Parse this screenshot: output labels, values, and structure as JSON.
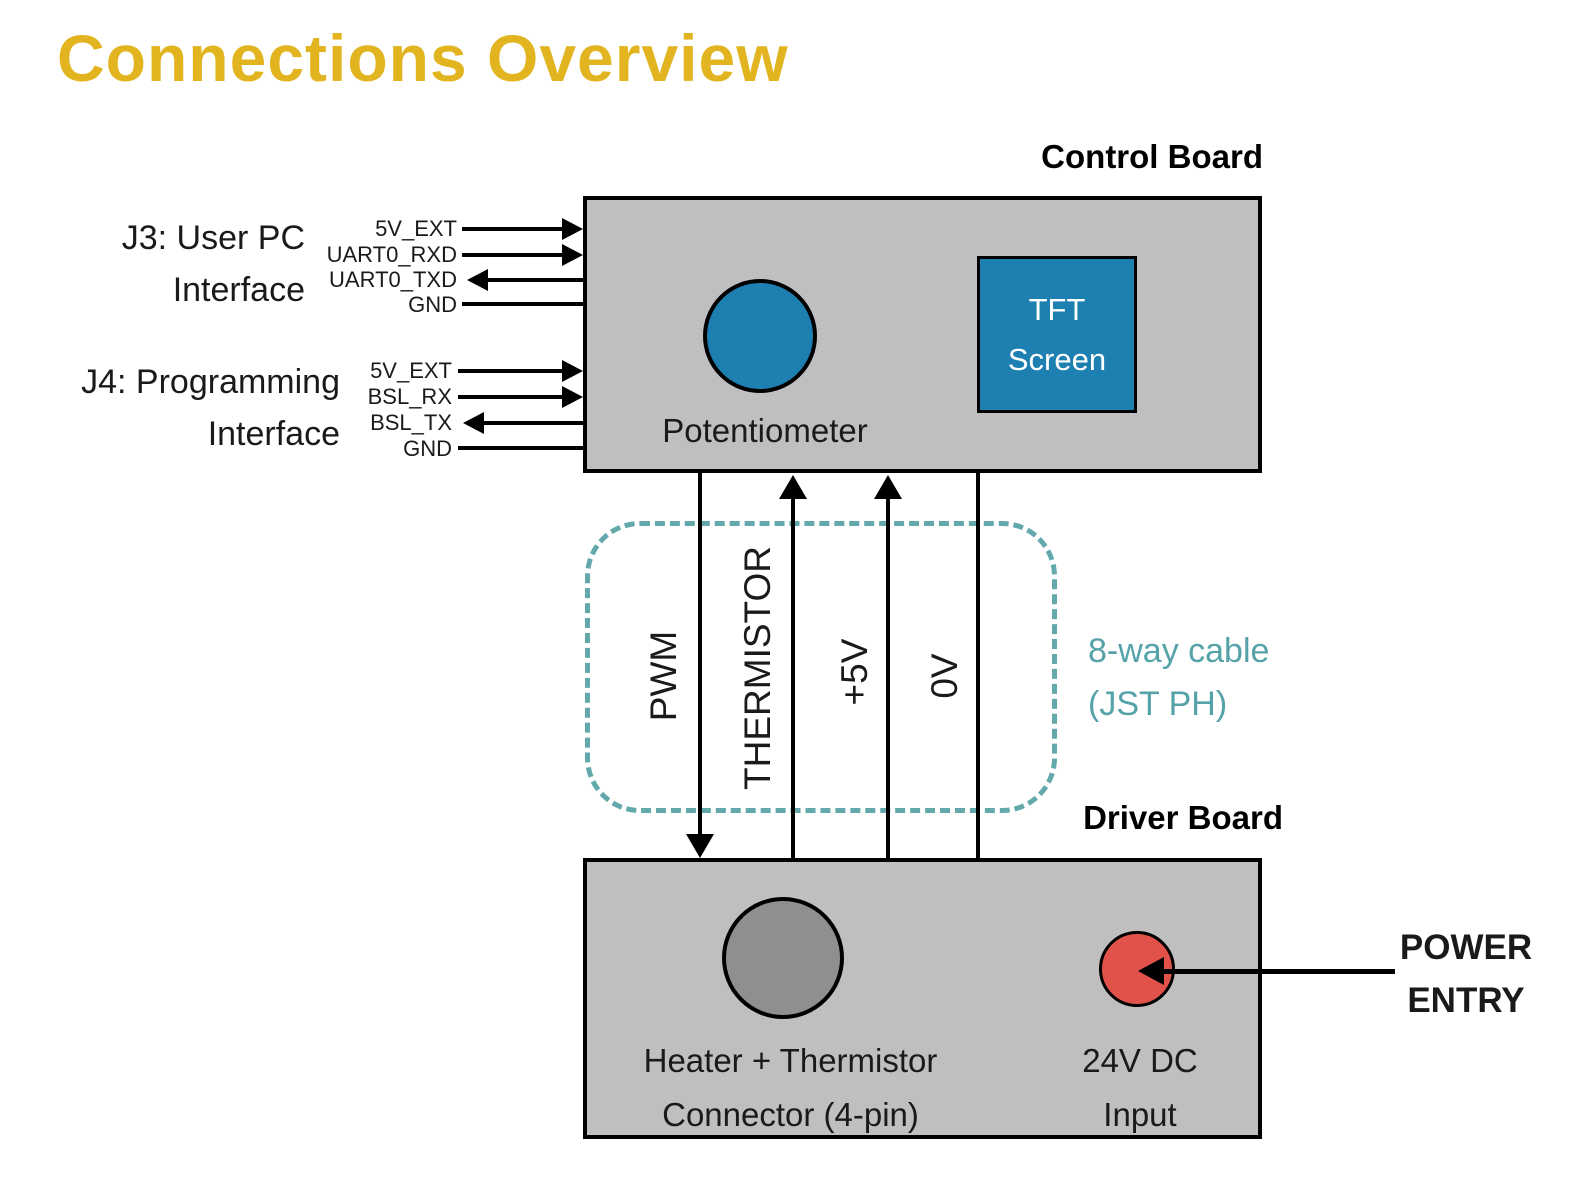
{
  "title": "Connections Overview",
  "control_board": {
    "title": "Control Board",
    "potentiometer_label": "Potentiometer",
    "tft_screen": {
      "line1": "TFT",
      "line2": "Screen"
    }
  },
  "interfaces": {
    "j3": {
      "name_line1": "J3: User PC",
      "name_line2": "Interface",
      "signals": [
        {
          "label": "5V_EXT",
          "direction": "into-board"
        },
        {
          "label": "UART0_RXD",
          "direction": "into-board"
        },
        {
          "label": "UART0_TXD",
          "direction": "out-of-board"
        },
        {
          "label": "GND",
          "direction": "plain"
        }
      ]
    },
    "j4": {
      "name_line1": "J4: Programming",
      "name_line2": "Interface",
      "signals": [
        {
          "label": "5V_EXT",
          "direction": "into-board"
        },
        {
          "label": "BSL_RX",
          "direction": "into-board"
        },
        {
          "label": "BSL_TX",
          "direction": "out-of-board"
        },
        {
          "label": "GND",
          "direction": "plain"
        }
      ]
    }
  },
  "cable": {
    "label_line1": "8-way cable",
    "label_line2": "(JST PH)",
    "wires": [
      {
        "label": "PWM",
        "direction": "down"
      },
      {
        "label": "THERMISTOR",
        "direction": "up"
      },
      {
        "label": "+5V",
        "direction": "up"
      },
      {
        "label": "0V",
        "direction": "plain"
      }
    ]
  },
  "driver_board": {
    "title": "Driver Board",
    "heater_connector": {
      "line1": "Heater + Thermistor",
      "line2": "Connector (4-pin)"
    },
    "dc_input": {
      "line1": "24V DC",
      "line2": "Input"
    }
  },
  "power_entry": {
    "line1": "POWER",
    "line2": "ENTRY"
  },
  "colors": {
    "title_gold": "#E2B41F",
    "board_gray": "#BFBFBF",
    "accent_blue": "#1E80B1",
    "cable_teal": "#63A9AC",
    "power_red": "#E1524A",
    "connector_gray": "#8F8F8F"
  }
}
